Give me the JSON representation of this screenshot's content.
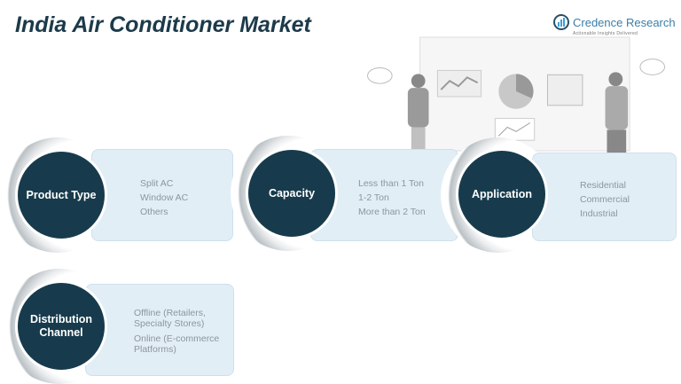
{
  "title": "India Air Conditioner Market",
  "logo": {
    "name": "Credence Research",
    "tagline": "Actionable Insights Delivered"
  },
  "segments": [
    {
      "label": "Product Type",
      "items": [
        "Split AC",
        "Window AC",
        "Others"
      ]
    },
    {
      "label": "Capacity",
      "items": [
        "Less than 1 Ton",
        "1-2 Ton",
        "More than 2 Ton"
      ]
    },
    {
      "label": "Application",
      "items": [
        "Residential",
        "Commercial",
        "Industrial"
      ]
    },
    {
      "label": "Distribution Channel",
      "items": [
        "Offline (Retailers, Specialty Stores)",
        "Online (E-commerce Platforms)"
      ]
    }
  ],
  "colors": {
    "circle": "#173b4c",
    "card": "#e1eef6",
    "title": "#1c3a4a"
  }
}
